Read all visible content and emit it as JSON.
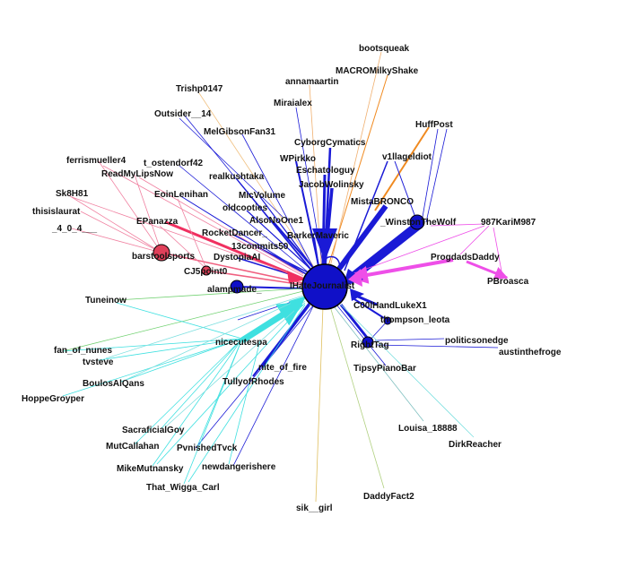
{
  "hub": "IHateJournalist",
  "colors": {
    "node_blue": "#1010c8",
    "node_red": "#e0405a",
    "edge_blue": "#1a1ad6",
    "edge_cyan": "#3fe0e0",
    "edge_pink": "#ee4fe8",
    "edge_red": "#f03060",
    "edge_orange": "#f08a20",
    "edge_green": "#70d070",
    "edge_yellow": "#e0c060"
  },
  "labels": {
    "bootsqueak": "bootsqueak",
    "macro": "MACROMilkyShake",
    "annamaartin": "annamaartin",
    "miraialex": "Miraialex",
    "trishp": "Trishp0147",
    "outsider": "Outsider__14",
    "melgibson": "MelGibsonFan31",
    "huffpost": "HuffPost",
    "cybergymatics": "CyborgCymatics",
    "v1llage": "v1llageldiot",
    "wpirkko": "WPirkko",
    "eschatologuy": "Eschatologuy",
    "ferrismueller": "ferrismueller4",
    "tostendorf": "t_ostendorf42",
    "readmylips": "ReadMyLipsNow",
    "realkushtaka": "realkushtaka",
    "jacobwolinsky": "JacobWolinsky",
    "sk8h81": "Sk8H81",
    "eoinlenihan": "EoinLenihan",
    "micvolume": "MicVolume",
    "mistabronco": "MistaBRONCO",
    "thisislaurat": "thisislaurat",
    "oldcooties": "oldcooties",
    "epanazza": "EPanazza",
    "alsonoone": "AlsoNoOne1",
    "winstonwolf": "_WinstonTheWolf",
    "karim": "987KariM987",
    "four": "_4_0_4___",
    "rocketdancer": "RocketDancer_",
    "barkermaveric": "BarkerMaveric",
    "progdads": "ProgdadsDaddy",
    "commits": "13commits50",
    "barstool": "barstoolsports",
    "dystopia": "DystopiaAI",
    "cj5point": "CJ5point0",
    "pbroasca": "PBroasca",
    "alamprade": "alampmade_",
    "hub": "IHateJournalist",
    "tuneinow": "Tuneinow",
    "c00lhand": "C00lHandLukeX1",
    "thompson": "thompson_leota",
    "politicsonedge": "politicsonedge",
    "righttag": "RightTag",
    "austinthefroge": "austinthefroge",
    "fannunes": "fan_of_nunes",
    "nicecutespa": "nicecutespa",
    "tvsteve": "tvsteve",
    "boulos": "BoulosAlQans",
    "niteoffire": "nite_of_fire",
    "tipsy": "TipsyPianoBar",
    "hoppe": "HoppeGroyper",
    "tully": "TullyofRhodes",
    "louisa": "Louisa_18888",
    "sacrificial": "SacraficialGoy",
    "dirk": "DirkReacher",
    "mutcallahan": "MutCallahan",
    "pvnished": "PvnishedTvck",
    "mikemut": "MikeMutnansky",
    "newdanger": "newdangerishere",
    "thatwigga": "That_Wigga_Carl",
    "daddyfact": "DaddyFact2",
    "sikgirl": "sik__girl"
  }
}
